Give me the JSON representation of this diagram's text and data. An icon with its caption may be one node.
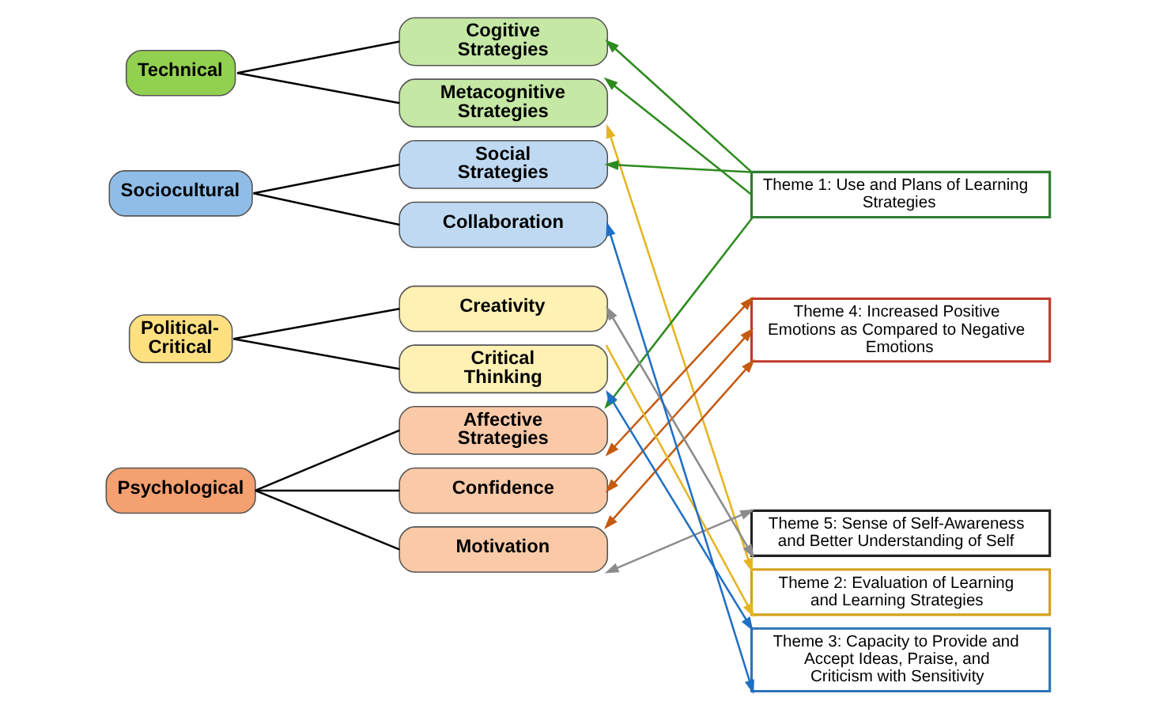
{
  "diagram": {
    "nodes": [
      {
        "text": [
          "Technical"
        ]
      },
      {
        "text": [
          "Cogitive Strategies"
        ]
      },
      {
        "text": [
          "Metacognitive Strategies"
        ]
      },
      {
        "text": [
          "Psychological"
        ]
      },
      {
        "text": [
          "Affective Strategies"
        ]
      },
      {
        "text": [
          "Confidence"
        ]
      },
      {
        "text": [
          "Motivation"
        ]
      },
      {
        "text": [
          "Political-Critical"
        ]
      },
      {
        "text": [
          "Creativity"
        ]
      },
      {
        "text": [
          "Critical Thinking"
        ]
      },
      {
        "text": [
          "Sociocultural"
        ]
      },
      {
        "text": [
          "Social Strategies"
        ]
      },
      {
        "text": [
          "Collaboration"
        ]
      },
      {
        "text": [
          "Theme 1: Use and Plans of Learning Strategies"
        ]
      },
      {
        "text": [
          "Theme 2: Evaluation of Learning and Learning Strategies"
        ]
      },
      {
        "text": [
          "Theme 3: Capacity to Provide and Accept Ideas, Praise, and Criticism with Sensitivity"
        ]
      },
      {
        "text": [
          "Theme 4: Increased Positive Emotions as Compared to Negative Emotions"
        ]
      },
      {
        "text": [
          "Theme 5: Sense of Self-Awareness and Better Understanding of Self"
        ]
      }
    ],
    "edges": [
      {
        "from": 0,
        "to": 1,
        "arrow": "none"
      },
      {
        "from": 0,
        "to": 2,
        "arrow": "none"
      },
      {
        "from": 3,
        "to": 4,
        "arrow": "none"
      },
      {
        "from": 3,
        "to": 5,
        "arrow": "none"
      },
      {
        "from": 3,
        "to": 6,
        "arrow": "none"
      },
      {
        "from": 7,
        "to": 8,
        "arrow": "none"
      },
      {
        "from": 7,
        "to": 9,
        "arrow": "none"
      },
      {
        "from": 10,
        "to": 11,
        "arrow": "none"
      },
      {
        "from": 10,
        "to": 12,
        "arrow": "none"
      },
      {
        "from": 13,
        "to": 1,
        "arrow": "to",
        "color": "#2e8b1f"
      },
      {
        "from": 13,
        "to": 2,
        "arrow": "to",
        "color": "#2e8b1f"
      },
      {
        "from": 13,
        "to": 4,
        "arrow": "to",
        "color": "#2e8b1f"
      },
      {
        "from": 13,
        "to": 11,
        "arrow": "to",
        "color": "#2e8b1f"
      },
      {
        "from": 2,
        "to": 14,
        "arrow": "both",
        "color": "#e6b422"
      },
      {
        "from": 9,
        "to": 14,
        "arrow": "to",
        "color": "#e6b422"
      },
      {
        "from": 9,
        "to": 15,
        "arrow": "both",
        "color": "#1f6fc5"
      },
      {
        "from": 12,
        "to": 15,
        "arrow": "both",
        "color": "#1f6fc5"
      },
      {
        "from": 4,
        "to": 16,
        "arrow": "both",
        "color": "#c55a11"
      },
      {
        "from": 5,
        "to": 16,
        "arrow": "both",
        "color": "#c55a11"
      },
      {
        "from": 6,
        "to": 16,
        "arrow": "both",
        "color": "#c55a11"
      },
      {
        "from": 6,
        "to": 17,
        "arrow": "both",
        "color": "#8c8c8c"
      },
      {
        "from": 8,
        "to": 17,
        "arrow": "both",
        "color": "#8c8c8c"
      }
    ]
  }
}
